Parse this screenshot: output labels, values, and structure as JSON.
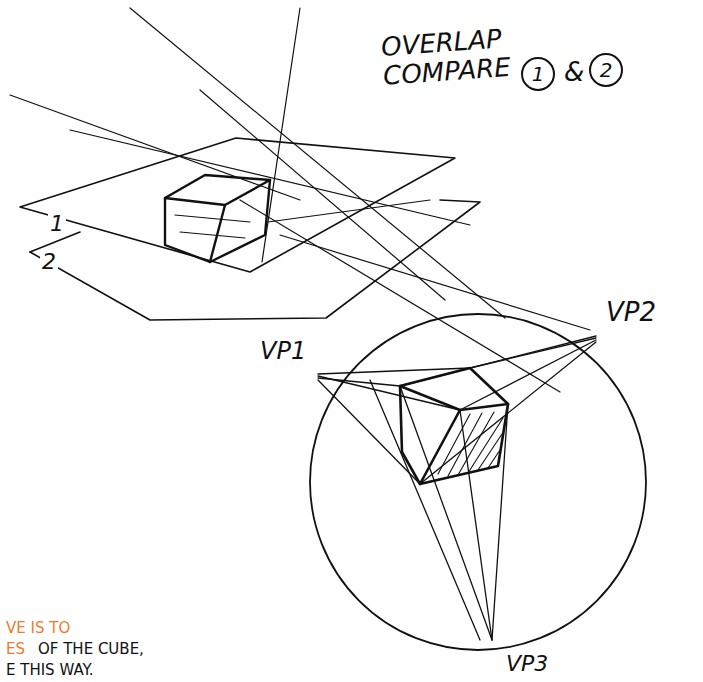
{
  "diagram": {
    "title": "OVERLAP COMPARE",
    "nodes": [
      {
        "text": [
          "1"
        ]
      },
      {
        "text": [
          "2"
        ]
      }
    ],
    "labels": [
      "&",
      "1",
      "2",
      "VP1",
      "VP2",
      "VP3",
      "VE IS TO",
      "ES",
      "OF THE CUBE,",
      "E THIS WAY."
    ]
  }
}
